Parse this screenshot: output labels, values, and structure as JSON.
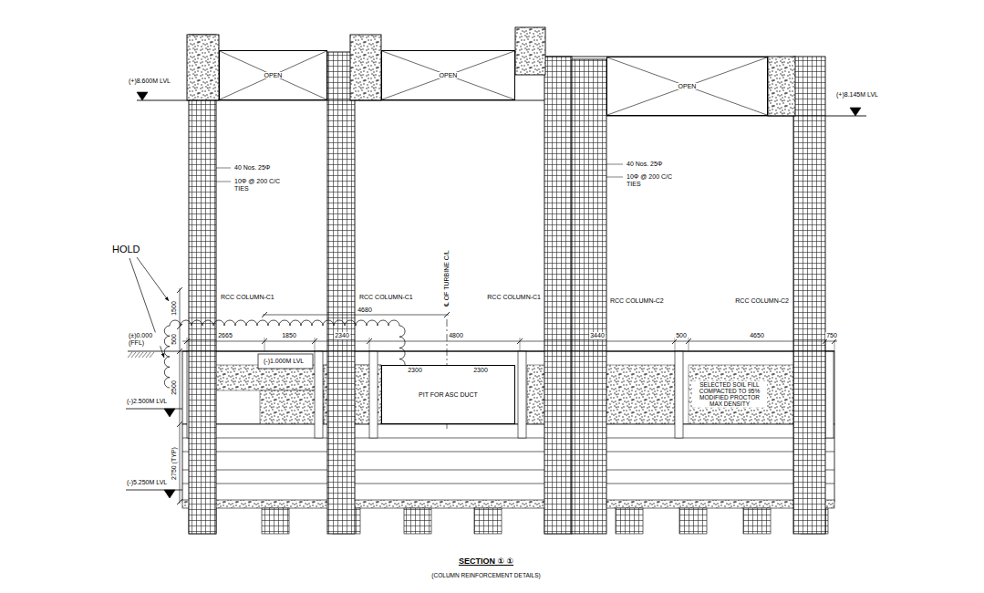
{
  "diagram": {
    "title": "SECTION ① ①",
    "caption": "(COLUMN REINFORCEMENT DETAILS)",
    "nodes": [
      {
        "text": [
          "OPEN"
        ]
      },
      {
        "text": [
          "OPEN"
        ]
      },
      {
        "text": [
          "OPEN"
        ]
      },
      {
        "text": [
          "PIT FOR ASC DUCT"
        ]
      }
    ],
    "labels": [
      "(+)8.600M LVL",
      "(+)8.145M LVL",
      "40 Nos. 25Φ",
      "10Φ @ 200 C/C TIES",
      "40 Nos. 25Φ",
      "10Φ @ 200 C/C TIES",
      "HOLD",
      "RCC COLUMN-C1",
      "RCC COLUMN-C1",
      "RCC COLUMN-C1",
      "RCC COLUMN-C2",
      "RCC COLUMN-C2",
      "℄ OF TURBINE C/L",
      "1500",
      "500",
      "2665",
      "1850",
      "4680",
      "2340",
      "4800",
      "3440",
      "500",
      "4650",
      "750",
      "(±)0.000 (FFL)",
      "(-)1.000M LVL",
      "2300",
      "2300",
      "(-)2.500M LVL",
      "2500",
      "2750 (TYP)",
      "(-)5.250M LVL",
      "SELECTED SOIL FILL COMPACTED TO 95% MODIFIED PROCTOR MAX DENSITY"
    ]
  }
}
